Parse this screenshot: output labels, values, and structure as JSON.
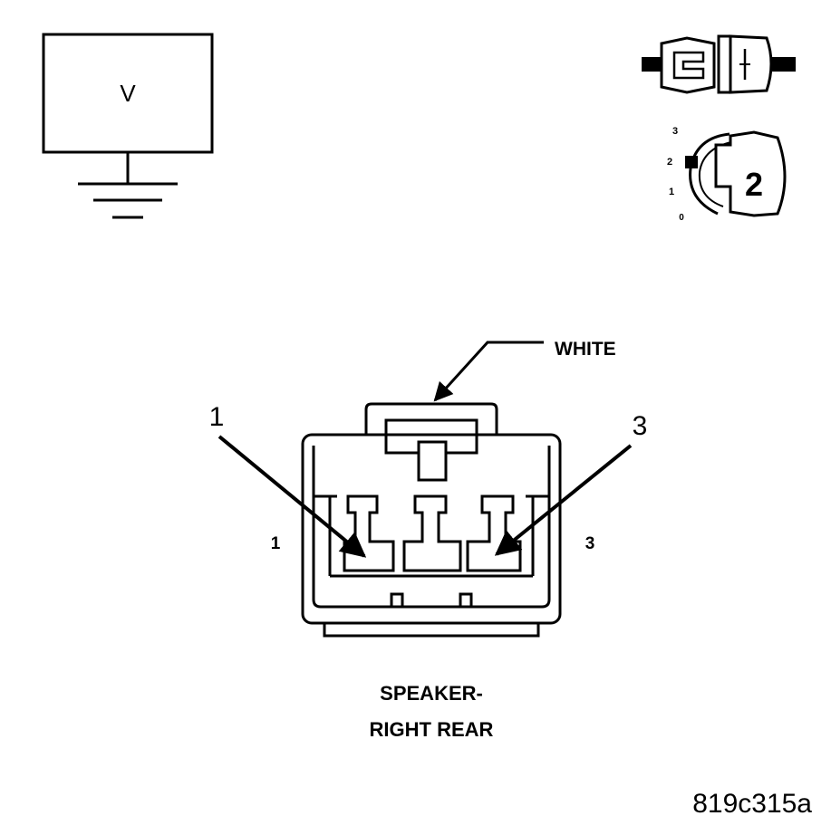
{
  "voltmeter": {
    "label": "V",
    "icon": "voltmeter-ground-icon"
  },
  "connector_disconnect_icon": "connector-disconnect-icon",
  "ignition": {
    "icon": "ignition-switch-icon",
    "positions": [
      "3",
      "2",
      "1",
      "0"
    ],
    "key_position": "2"
  },
  "connector": {
    "color_label": "WHITE",
    "pin_callout_left": "1",
    "pin_callout_right": "3",
    "cavity_label_left": "1",
    "cavity_label_right": "3",
    "caption_line1": "SPEAKER-",
    "caption_line2": "RIGHT REAR"
  },
  "figure_id": "819c315a",
  "colors": {
    "ink": "#000000",
    "background": "#ffffff"
  }
}
